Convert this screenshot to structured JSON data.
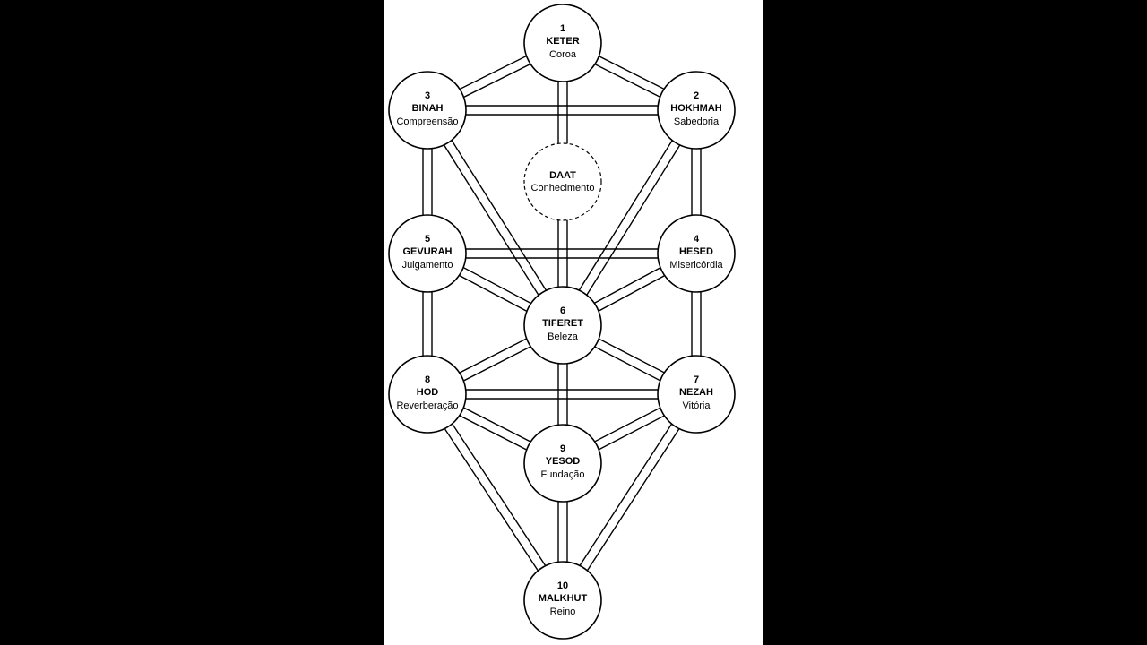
{
  "colors": {
    "background": "#000000",
    "panel": "#ffffff",
    "ink": "#000000"
  },
  "sephirot": [
    {
      "id": "keter",
      "number": "1",
      "name": "KETER",
      "meaning": "Coroa"
    },
    {
      "id": "hokhmah",
      "number": "2",
      "name": "HOKHMAH",
      "meaning": "Sabedoria"
    },
    {
      "id": "binah",
      "number": "3",
      "name": "BINAH",
      "meaning": "Compreensão"
    },
    {
      "id": "hesed",
      "number": "4",
      "name": "HESED",
      "meaning": "Misericórdia"
    },
    {
      "id": "gevurah",
      "number": "5",
      "name": "GEVURAH",
      "meaning": "Julgamento"
    },
    {
      "id": "tiferet",
      "number": "6",
      "name": "TIFERET",
      "meaning": "Beleza"
    },
    {
      "id": "nezah",
      "number": "7",
      "name": "NEZAH",
      "meaning": "Vitória"
    },
    {
      "id": "hod",
      "number": "8",
      "name": "HOD",
      "meaning": "Reverberação"
    },
    {
      "id": "yesod",
      "number": "9",
      "name": "YESOD",
      "meaning": "Fundação"
    },
    {
      "id": "malkhut",
      "number": "10",
      "name": "MALKHUT",
      "meaning": "Reino"
    }
  ],
  "daat": {
    "id": "daat",
    "name": "DAAT",
    "meaning": "Conhecimento"
  },
  "paths": [
    [
      "keter",
      "hokhmah"
    ],
    [
      "keter",
      "binah"
    ],
    [
      "keter",
      "tiferet"
    ],
    [
      "hokhmah",
      "binah"
    ],
    [
      "hokhmah",
      "hesed"
    ],
    [
      "hokhmah",
      "tiferet"
    ],
    [
      "binah",
      "gevurah"
    ],
    [
      "binah",
      "tiferet"
    ],
    [
      "hesed",
      "gevurah"
    ],
    [
      "hesed",
      "tiferet"
    ],
    [
      "hesed",
      "nezah"
    ],
    [
      "gevurah",
      "tiferet"
    ],
    [
      "gevurah",
      "hod"
    ],
    [
      "tiferet",
      "nezah"
    ],
    [
      "tiferet",
      "hod"
    ],
    [
      "tiferet",
      "yesod"
    ],
    [
      "nezah",
      "hod"
    ],
    [
      "nezah",
      "yesod"
    ],
    [
      "nezah",
      "malkhut"
    ],
    [
      "hod",
      "yesod"
    ],
    [
      "hod",
      "malkhut"
    ],
    [
      "yesod",
      "malkhut"
    ]
  ]
}
